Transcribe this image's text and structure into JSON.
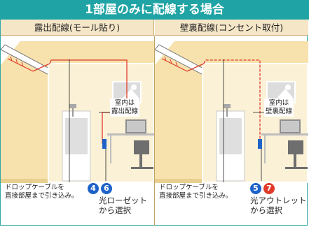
{
  "header": {
    "title": "1部屋のみに配線する場合"
  },
  "left_panel": {
    "title": "露出配線(モール貼り)",
    "room_label": "室内は\n露出配線",
    "drop_caption": "ドロップケーブルを\n直接部屋まで引き込み。",
    "badges": [
      "4",
      "6"
    ],
    "badge_color": "#1f63c9",
    "selection_label": "光ローゼット\nから選択"
  },
  "right_panel": {
    "title": "壁裏配線(コンセント取付)",
    "room_label": "室内は\n壁裏配線",
    "drop_caption": "ドロップケーブルを\n直接部屋まで引き込み。",
    "badges": [
      "5",
      "7"
    ],
    "badge_colors": [
      "#1f63c9",
      "#e23a2a"
    ],
    "selection_label": "光アウトレット\nから選択"
  },
  "colors": {
    "header_bg": "#20a3a4",
    "subhead_bg": "#f5e6c8",
    "house_fill": "#f7e2ad",
    "cable_red": "#e03a2a",
    "leader_black": "#222222"
  },
  "icons": [
    "drop-cable-icon",
    "picture-frame-icon",
    "wall-lamp-icon",
    "door-icon",
    "computer-icon",
    "desk-icon",
    "office-chair-icon",
    "rosette-icon",
    "outlet-icon"
  ]
}
